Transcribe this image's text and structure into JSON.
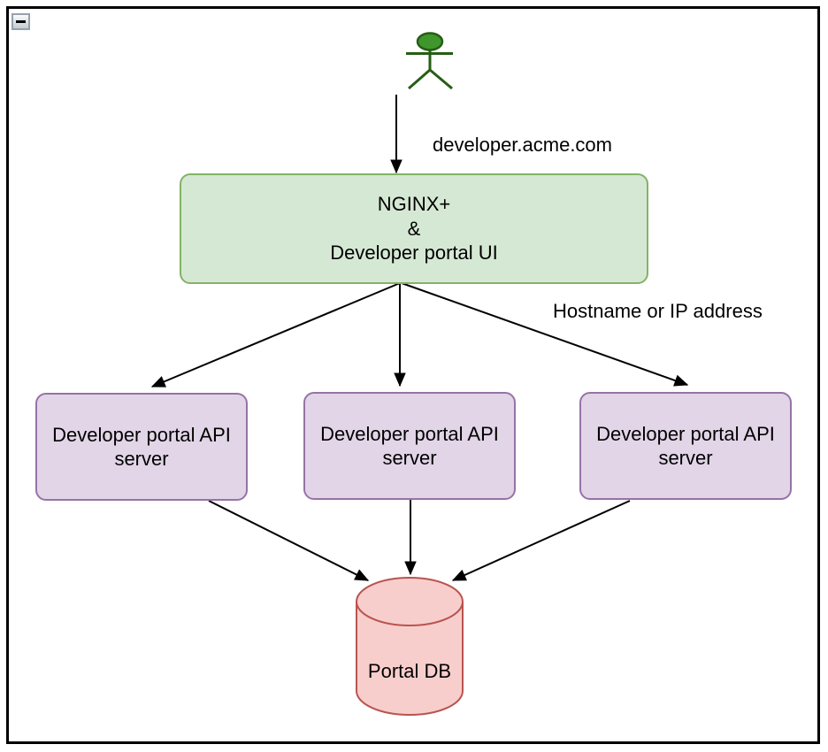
{
  "window": {
    "collapse_icon": "minus"
  },
  "labels": {
    "domain": "developer.acme.com",
    "routing": "Hostname or IP address"
  },
  "actor": {
    "name": "user",
    "fill": "#3f962d",
    "stroke": "#265e14"
  },
  "nodes": {
    "nginx": {
      "label": "NGINX+\n&\nDeveloper portal UI",
      "fill": "#d5e8d4",
      "stroke": "#82b366"
    },
    "api_servers": [
      {
        "label": "Developer portal API server"
      },
      {
        "label": "Developer portal API server"
      },
      {
        "label": "Developer portal API server"
      }
    ],
    "api_fill": "#e1d5e7",
    "api_stroke": "#9673a6",
    "database": {
      "label": "Portal DB",
      "fill": "#f8cecc",
      "stroke": "#b85450"
    }
  }
}
